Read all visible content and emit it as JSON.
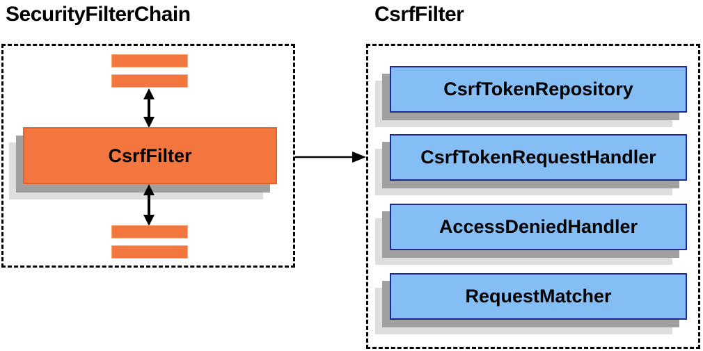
{
  "diagram": {
    "left_panel": {
      "title": "SecurityFilterChain",
      "filter_box_label": "CsrfFilter"
    },
    "right_panel": {
      "title": "CsrfFilter",
      "components": [
        {
          "label": "CsrfTokenRepository"
        },
        {
          "label": "CsrfTokenRequestHandler"
        },
        {
          "label": "AccessDeniedHandler"
        },
        {
          "label": "RequestMatcher"
        }
      ]
    },
    "colors": {
      "orange_fill": "#F2763E",
      "orange_border": "#E2622B",
      "blue_fill": "#84BEF5",
      "blue_border": "#1A2A99",
      "shadow_dark": "#A0A0A0",
      "shadow_light": "#DEDEDE",
      "arrow": "#000000",
      "text": "#000000"
    }
  }
}
